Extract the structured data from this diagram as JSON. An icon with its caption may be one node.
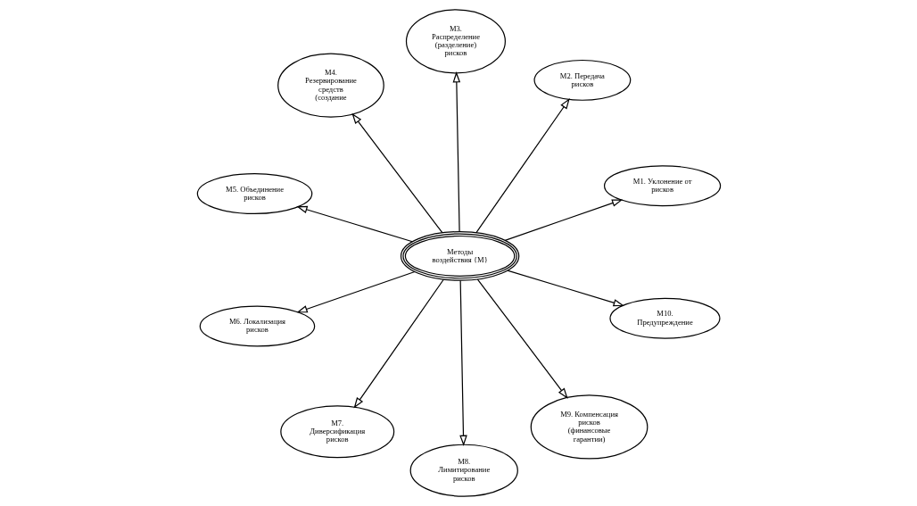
{
  "diagram": {
    "nodes": [
      {
        "text": [
          "Методы воздействия {M}"
        ]
      },
      {
        "text": [
          "M1. Уклонение от рисков"
        ]
      },
      {
        "text": [
          "M2. Передача рисков"
        ]
      },
      {
        "text": [
          "M3. Распределение (разделение) рисков"
        ]
      },
      {
        "text": [
          "M4. Резервирование средств (создание"
        ]
      },
      {
        "text": [
          "M5. Объединение рисков"
        ]
      },
      {
        "text": [
          "M6. Локализация рисков"
        ]
      },
      {
        "text": [
          "M7. Диверсификация рисков"
        ]
      },
      {
        "text": [
          "M8. Лимитирование рисков"
        ]
      },
      {
        "text": [
          "M9. Компенсация рисков (финансовые гарантии)"
        ]
      },
      {
        "text": [
          "M10. Предупреждение"
        ]
      }
    ],
    "edges": [
      {
        "from": 0,
        "to": 1,
        "arrow": "to"
      },
      {
        "from": 0,
        "to": 2,
        "arrow": "to"
      },
      {
        "from": 0,
        "to": 3,
        "arrow": "to"
      },
      {
        "from": 0,
        "to": 4,
        "arrow": "to"
      },
      {
        "from": 0,
        "to": 5,
        "arrow": "to"
      },
      {
        "from": 0,
        "to": 6,
        "arrow": "to"
      },
      {
        "from": 0,
        "to": 7,
        "arrow": "to"
      },
      {
        "from": 0,
        "to": 8,
        "arrow": "to"
      },
      {
        "from": 0,
        "to": 9,
        "arrow": "to"
      },
      {
        "from": 0,
        "to": 10,
        "arrow": "to"
      }
    ]
  }
}
